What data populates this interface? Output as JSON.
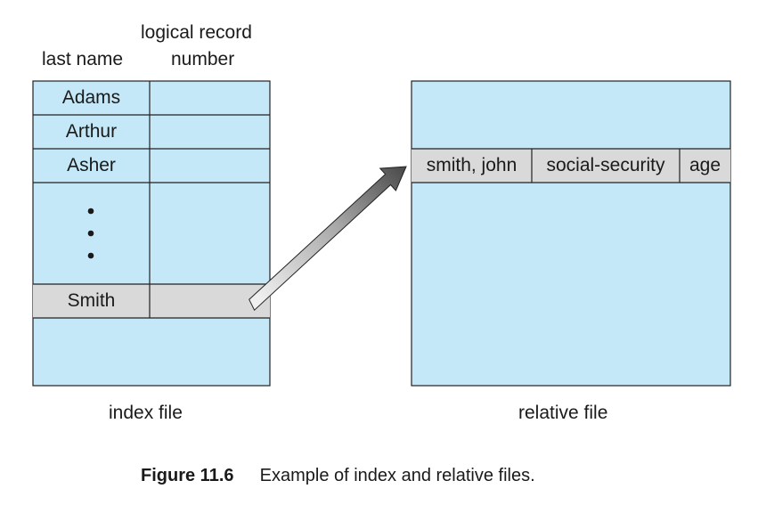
{
  "index_file": {
    "header_last_name": "last name",
    "header_logical_record_line1": "logical record",
    "header_logical_record_line2": "number",
    "rows": [
      "Adams",
      "Arthur",
      "Asher"
    ],
    "ellipsis_row": "ellipsis",
    "highlight_row": "Smith",
    "caption": "index file"
  },
  "relative_file": {
    "record_fields": [
      "smith, john",
      "social-security",
      "age"
    ],
    "caption": "relative file"
  },
  "colors": {
    "fill": "#c5e8f8",
    "highlight": "#d9d9d9",
    "border": "#222222",
    "arrow_dark": "#555555",
    "arrow_light": "#e6e6e6"
  },
  "figure": {
    "label": "Figure 11.6",
    "text": "Example of index and relative files."
  }
}
